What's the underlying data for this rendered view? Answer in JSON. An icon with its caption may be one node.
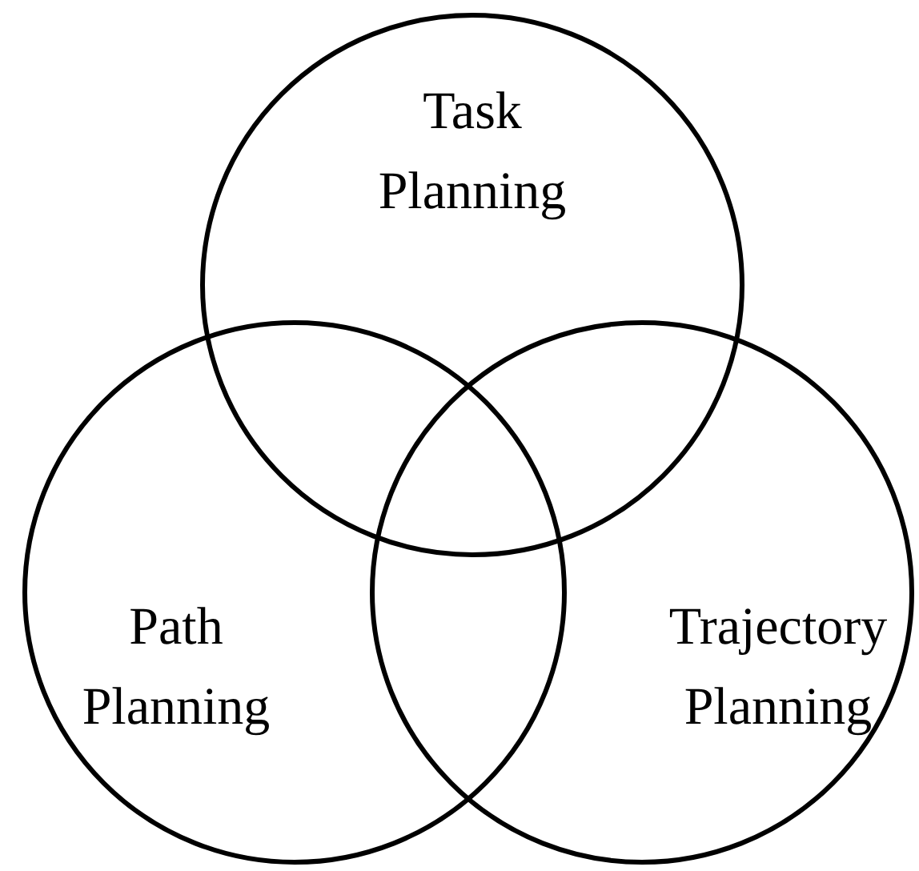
{
  "diagram": {
    "nodes": [
      {
        "text": [
          "Task Planning"
        ]
      },
      {
        "text": [
          "Path Planning"
        ]
      },
      {
        "text": [
          "Trajectory Planning"
        ]
      }
    ]
  }
}
